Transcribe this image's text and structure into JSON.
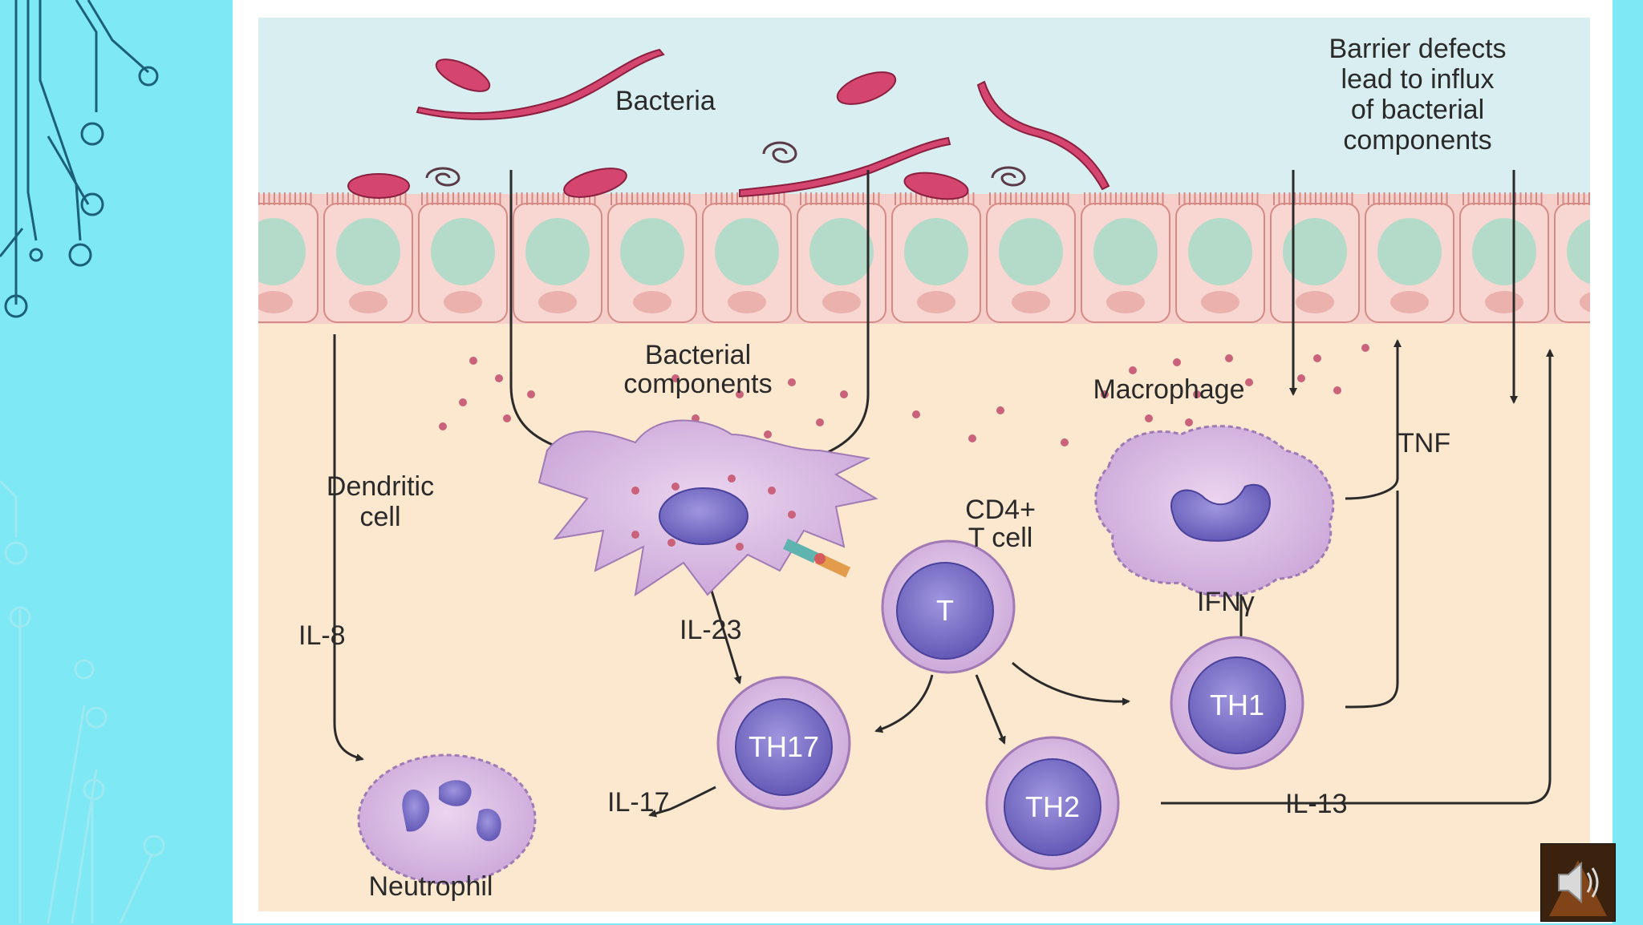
{
  "diagram": {
    "labels": {
      "bacteria": "Bacteria",
      "barrier_1": "Barrier defects",
      "barrier_2": "lead to influx",
      "barrier_3": "of bacterial",
      "barrier_4": "components",
      "bact_comp_1": "Bacterial",
      "bact_comp_2": "components",
      "macrophage": "Macrophage",
      "dendritic_1": "Dendritic",
      "dendritic_2": "cell",
      "cd4_1": "CD4+",
      "cd4_2": "T cell",
      "t": "T",
      "th1": "TH1",
      "th2": "TH2",
      "th17": "TH17",
      "il8": "IL-8",
      "il23": "IL-23",
      "il17": "IL-17",
      "il13": "IL-13",
      "ifng": "IFNγ",
      "tnf": "TNF",
      "neutrophil": "Neutrophil"
    }
  },
  "audio": {
    "icon": "speaker-icon"
  },
  "colors": {
    "slide_bg": "#7ee8f4",
    "lumen": "#d9eef0",
    "tissue": "#fbe8cf",
    "epithelium": "#f6cfcb",
    "cell_purple": "#8e7fd0",
    "bacteria": "#d4466f"
  }
}
